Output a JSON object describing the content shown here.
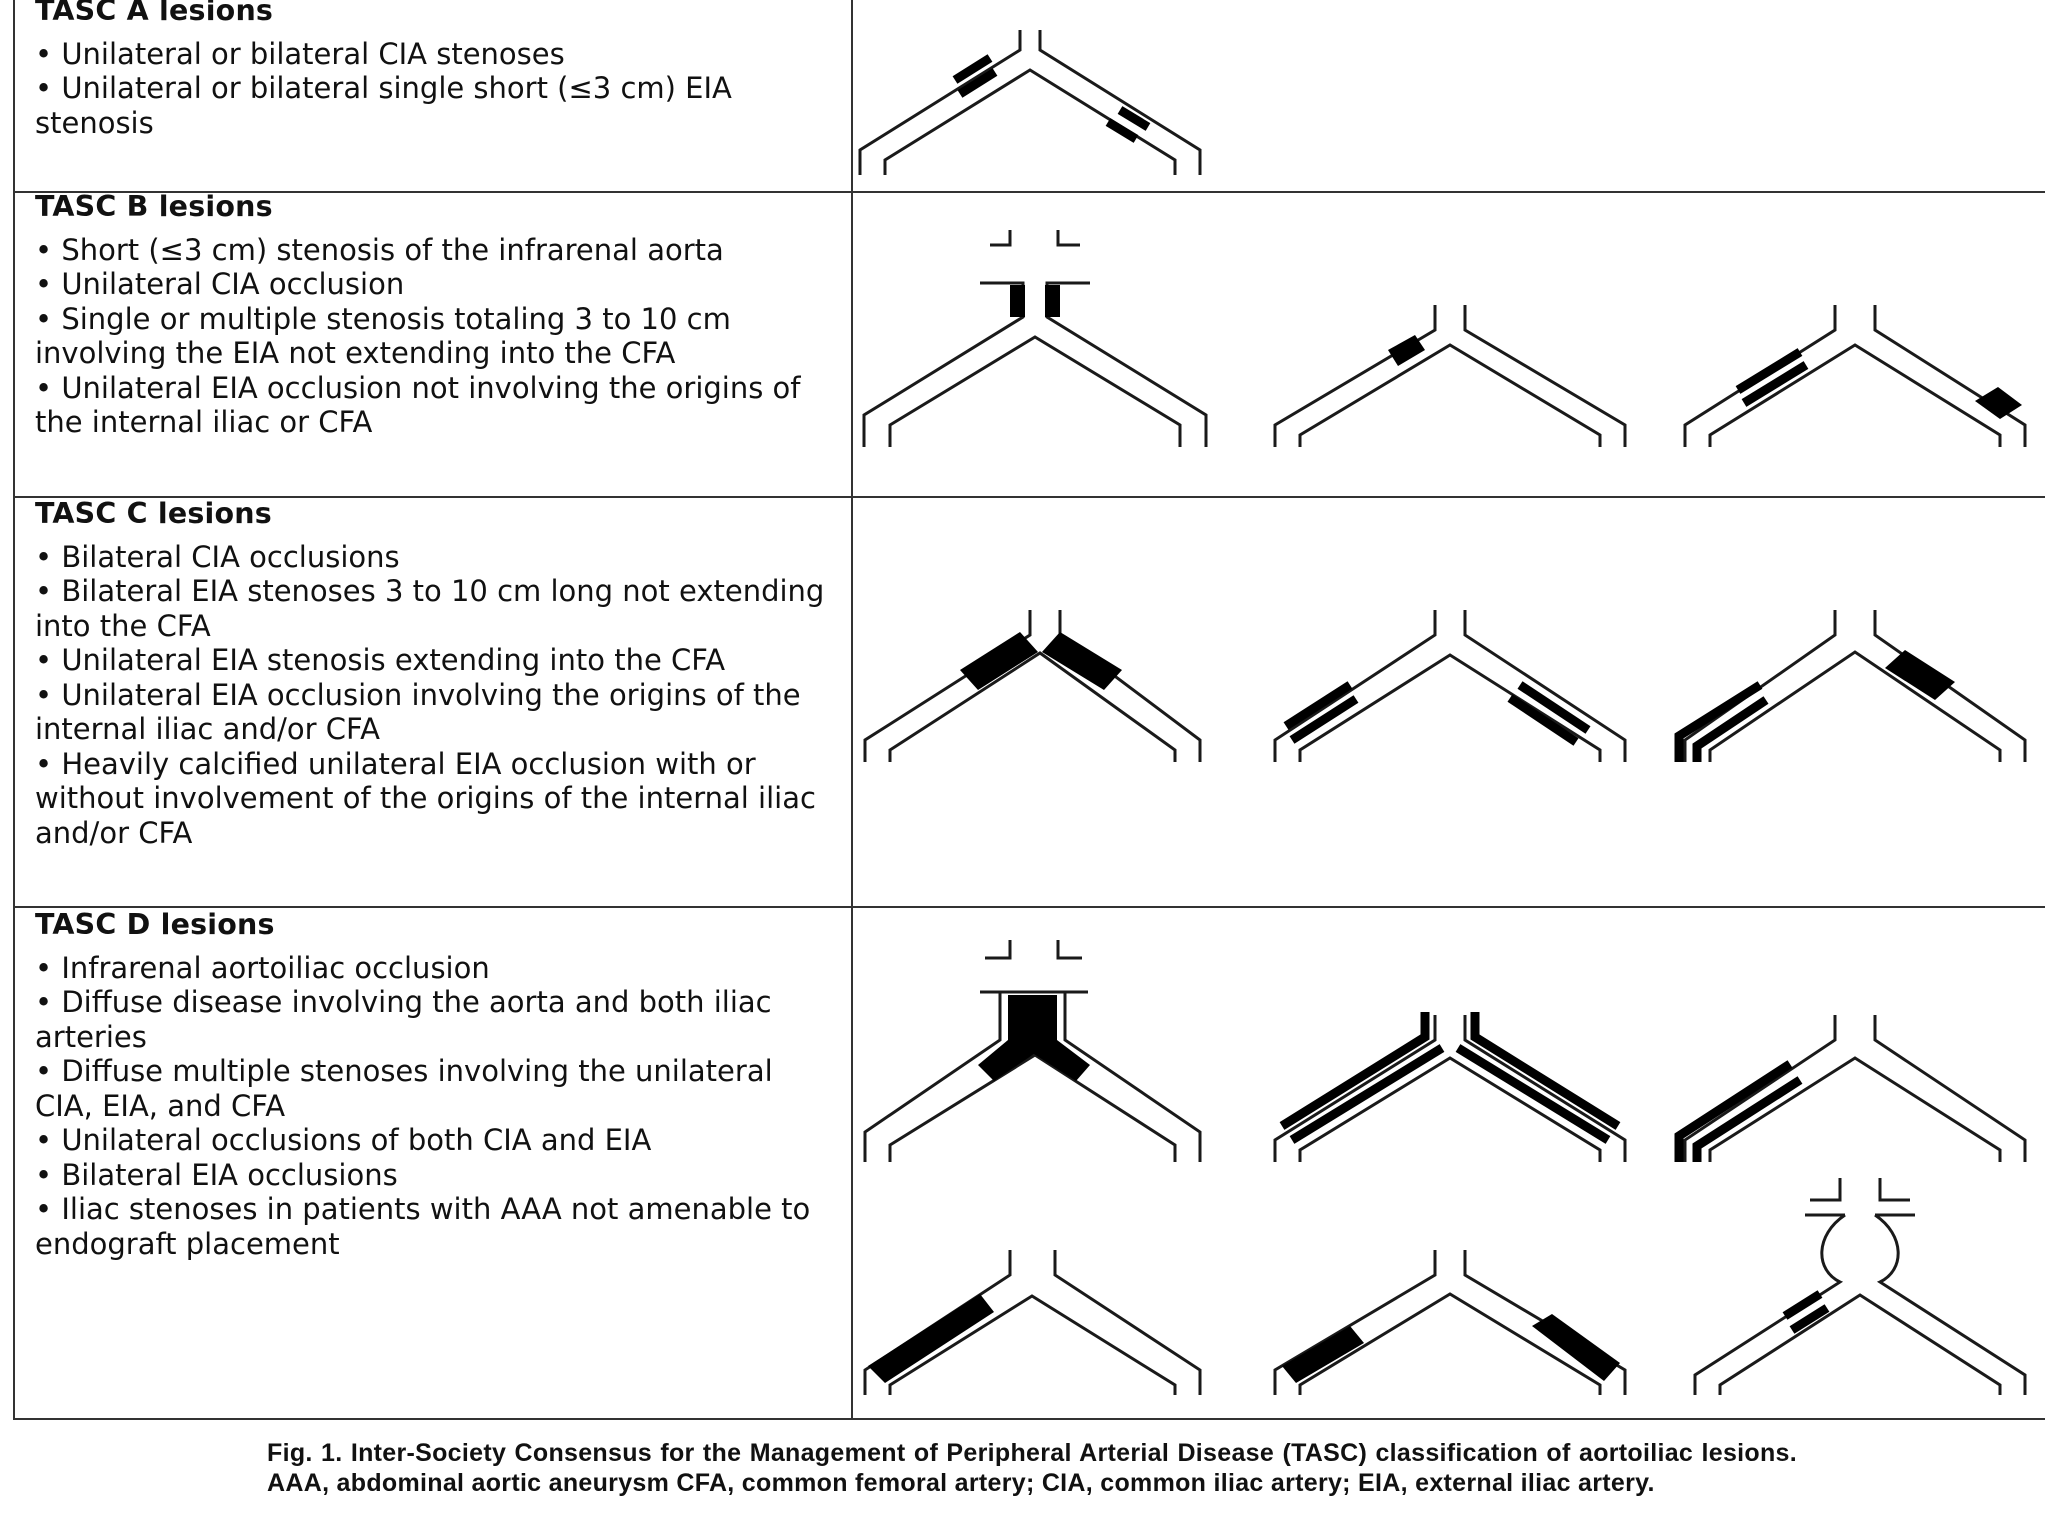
{
  "rows": [
    {
      "title": "TASC A lesions",
      "bullets": [
        "Unilateral or bilateral CIA stenoses",
        "Unilateral or bilateral single short (≤3 cm) EIA stenosis"
      ]
    },
    {
      "title": "TASC B lesions",
      "bullets": [
        "Short (≤3 cm) stenosis of the infrarenal aorta",
        "Unilateral CIA occlusion",
        "Single or multiple stenosis totaling 3 to 10 cm involving the EIA not extending into the CFA",
        "Unilateral EIA occlusion not involving the origins of the internal iliac or CFA"
      ]
    },
    {
      "title": "TASC C lesions",
      "bullets": [
        "Bilateral CIA occlusions",
        "Bilateral EIA stenoses 3 to 10 cm long not extending into the CFA",
        "Unilateral EIA stenosis extending into the CFA",
        "Unilateral EIA occlusion involving the origins of the internal iliac and/or CFA",
        "Heavily calcified unilateral EIA occlusion with or without involvement of the origins of the internal iliac and/or CFA"
      ]
    },
    {
      "title": "TASC D lesions",
      "bullets": [
        "Infrarenal aortoiliac occlusion",
        "Diffuse disease involving the aorta and both iliac arteries",
        "Diffuse multiple stenoses involving the unilateral CIA, EIA, and CFA",
        "Unilateral occlusions of both CIA and EIA",
        "Bilateral EIA occlusions",
        "Iliac stenoses in patients with AAA not amenable to endograft placement"
      ]
    }
  ],
  "caption": "Fig. 1.  Inter-Society Consensus for the Management of Peripheral Arterial Disease (TASC) classification of aortoiliac lesions. AAA, abdominal aortic aneurysm CFA, common femoral artery; CIA, common iliac artery; EIA, external iliac artery."
}
